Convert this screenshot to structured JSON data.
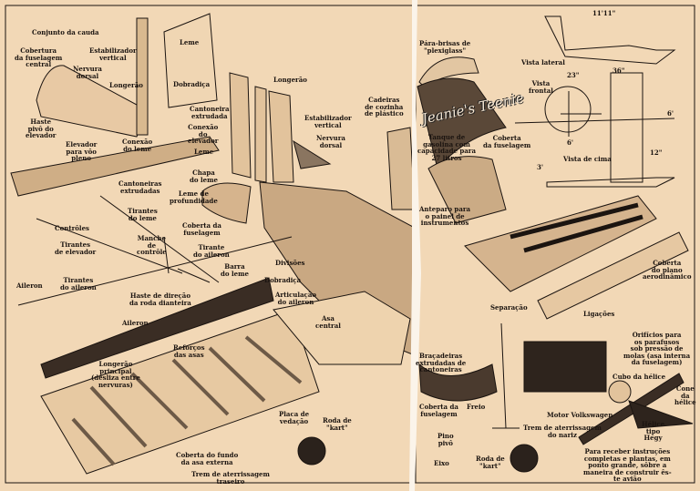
{
  "logo_text": "Jeanie's Teenie",
  "colors": {
    "paper": "#f2d8b6",
    "ink": "#1b1410"
  },
  "labels": [
    "Conjunto da cauda",
    "Cobertura\nda fuselagem\ncentral",
    "Estabilizador\nvertical",
    "Nervura\ndorsal",
    "Longerão",
    "Leme",
    "Dobradiça",
    "Cantoneira\nextrudada",
    "Conexão\ndo\nelevador",
    "Haste\npivô do\nelevador",
    "Elevador\npara vôo\npleno",
    "Conexão\ndo leme",
    "Leme",
    "Longerão",
    "Estabilizador\nvertical",
    "Nervura\ndorsal",
    "Chapa\ndo leme",
    "Cantoneiras\nextrudadas",
    "Leme de\nprofundidade",
    "Tirantes\ndo leme",
    "Coberta da\nfuselagem",
    "Contrôles",
    "Tirantes\nde elevador",
    "Manche\nde\ncontrôle",
    "Tirante\ndo aileron",
    "Barra\ndo leme",
    "Divisões",
    "Dobradiça",
    "Articulação\ndo aileron",
    "Aileron",
    "Tirantes\ndo aileron",
    "Haste de direção\nda roda dianteira",
    "Aileron",
    "Asa\ncentral",
    "Reforços\ndas asas",
    "Longerão\nprincipal\n(desliza entre\nnervuras)",
    "Placa de\nvedação",
    "Roda de\n\"kart\"",
    "Coberta do fundo\nda asa externa",
    "Trem de aterrissagem\ntraseiro",
    "Pára-brisas de\n\"plexiglass\"",
    "Cadeiras\nde cozinha\nde plástico",
    "Tanque de\ngasolina com\ncapacidade para\n27 litros",
    "Coberta\nda fuselagem",
    "Anteparo para\no painel de\ninstrumentos",
    "11'11\"",
    "Vista lateral",
    "36\"",
    "Vista\nfrontal",
    "23\"",
    "6'",
    "6'",
    "12\"",
    "3'",
    "Vista de cima",
    "Coberta\ndo plano\naerodinâmico",
    "Ligações",
    "Separação",
    "Orifícios para\nos parafusos\nsob pressão de\nmolas (asa interna\nda fuselagem)",
    "Braçadeiras\nextrudadas de\ncantoneiras",
    "Cubo da hélice",
    "Cone\nda\nhélice",
    "Coberta da\nfuselagem",
    "Freio",
    "Motor Volkswagen",
    "Trem de aterrissagem\ndo nariz",
    "Hélice\ntipo\nHegy",
    "Pino\npivô",
    "Eixo",
    "Roda de\n\"kart\"",
    "Para receber instruções\ncompletas e plantas, em\nponto grande, sôbre a\nmaneira de construir ês-\nte avião"
  ]
}
